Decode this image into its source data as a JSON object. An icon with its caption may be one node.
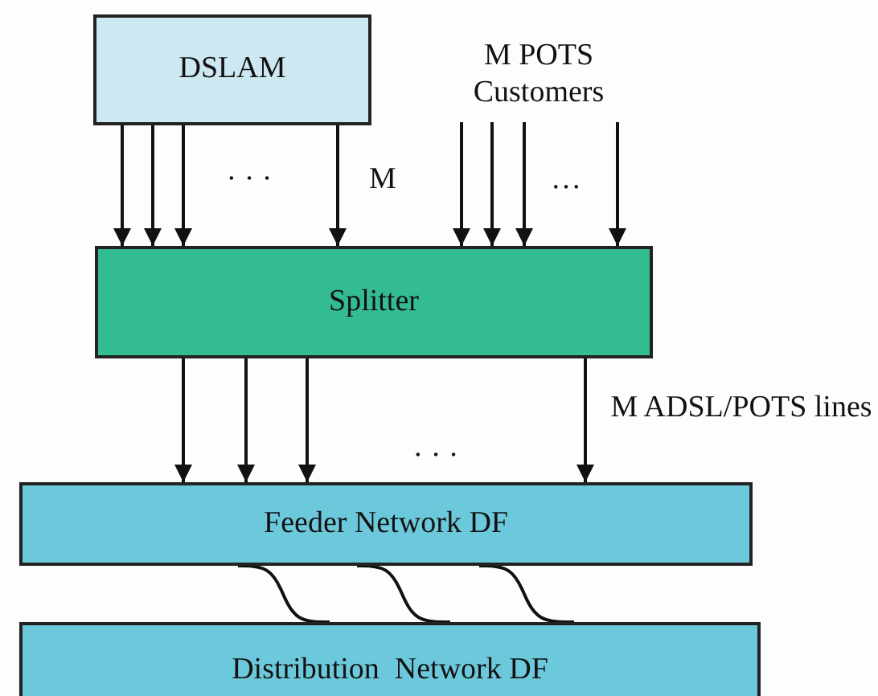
{
  "diagram": {
    "nodes": [
      {
        "text": [
          "DSLAM"
        ]
      },
      {
        "text": [
          "M POTS Customers"
        ]
      },
      {
        "text": [
          "Splitter"
        ]
      },
      {
        "text": [
          "Feeder Network DF"
        ]
      },
      {
        "text": [
          "Distribution  Network DF"
        ]
      }
    ],
    "edges": [
      {
        "from": 0,
        "to": 2,
        "arrow": "to"
      },
      {
        "from": 0,
        "to": 2,
        "arrow": "to"
      },
      {
        "from": 0,
        "to": 2,
        "arrow": "to"
      },
      {
        "from": 0,
        "to": 2,
        "arrow": "to"
      },
      {
        "from": 1,
        "to": 2,
        "arrow": "to"
      },
      {
        "from": 1,
        "to": 2,
        "arrow": "to"
      },
      {
        "from": 1,
        "to": 2,
        "arrow": "to"
      },
      {
        "from": 1,
        "to": 2,
        "arrow": "to"
      },
      {
        "from": 2,
        "to": 3,
        "arrow": "to"
      },
      {
        "from": 2,
        "to": 3,
        "arrow": "to"
      },
      {
        "from": 2,
        "to": 3,
        "arrow": "to"
      },
      {
        "from": 2,
        "to": 3,
        "arrow": "to"
      },
      {
        "from": 3,
        "to": 4,
        "arrow": "none"
      },
      {
        "from": 3,
        "to": 4,
        "arrow": "none"
      },
      {
        "from": 3,
        "to": 4,
        "arrow": "none"
      }
    ],
    "labels": [
      "· · ·",
      "M",
      "…",
      "M ADSL/POTS lines",
      "· · ·"
    ]
  }
}
